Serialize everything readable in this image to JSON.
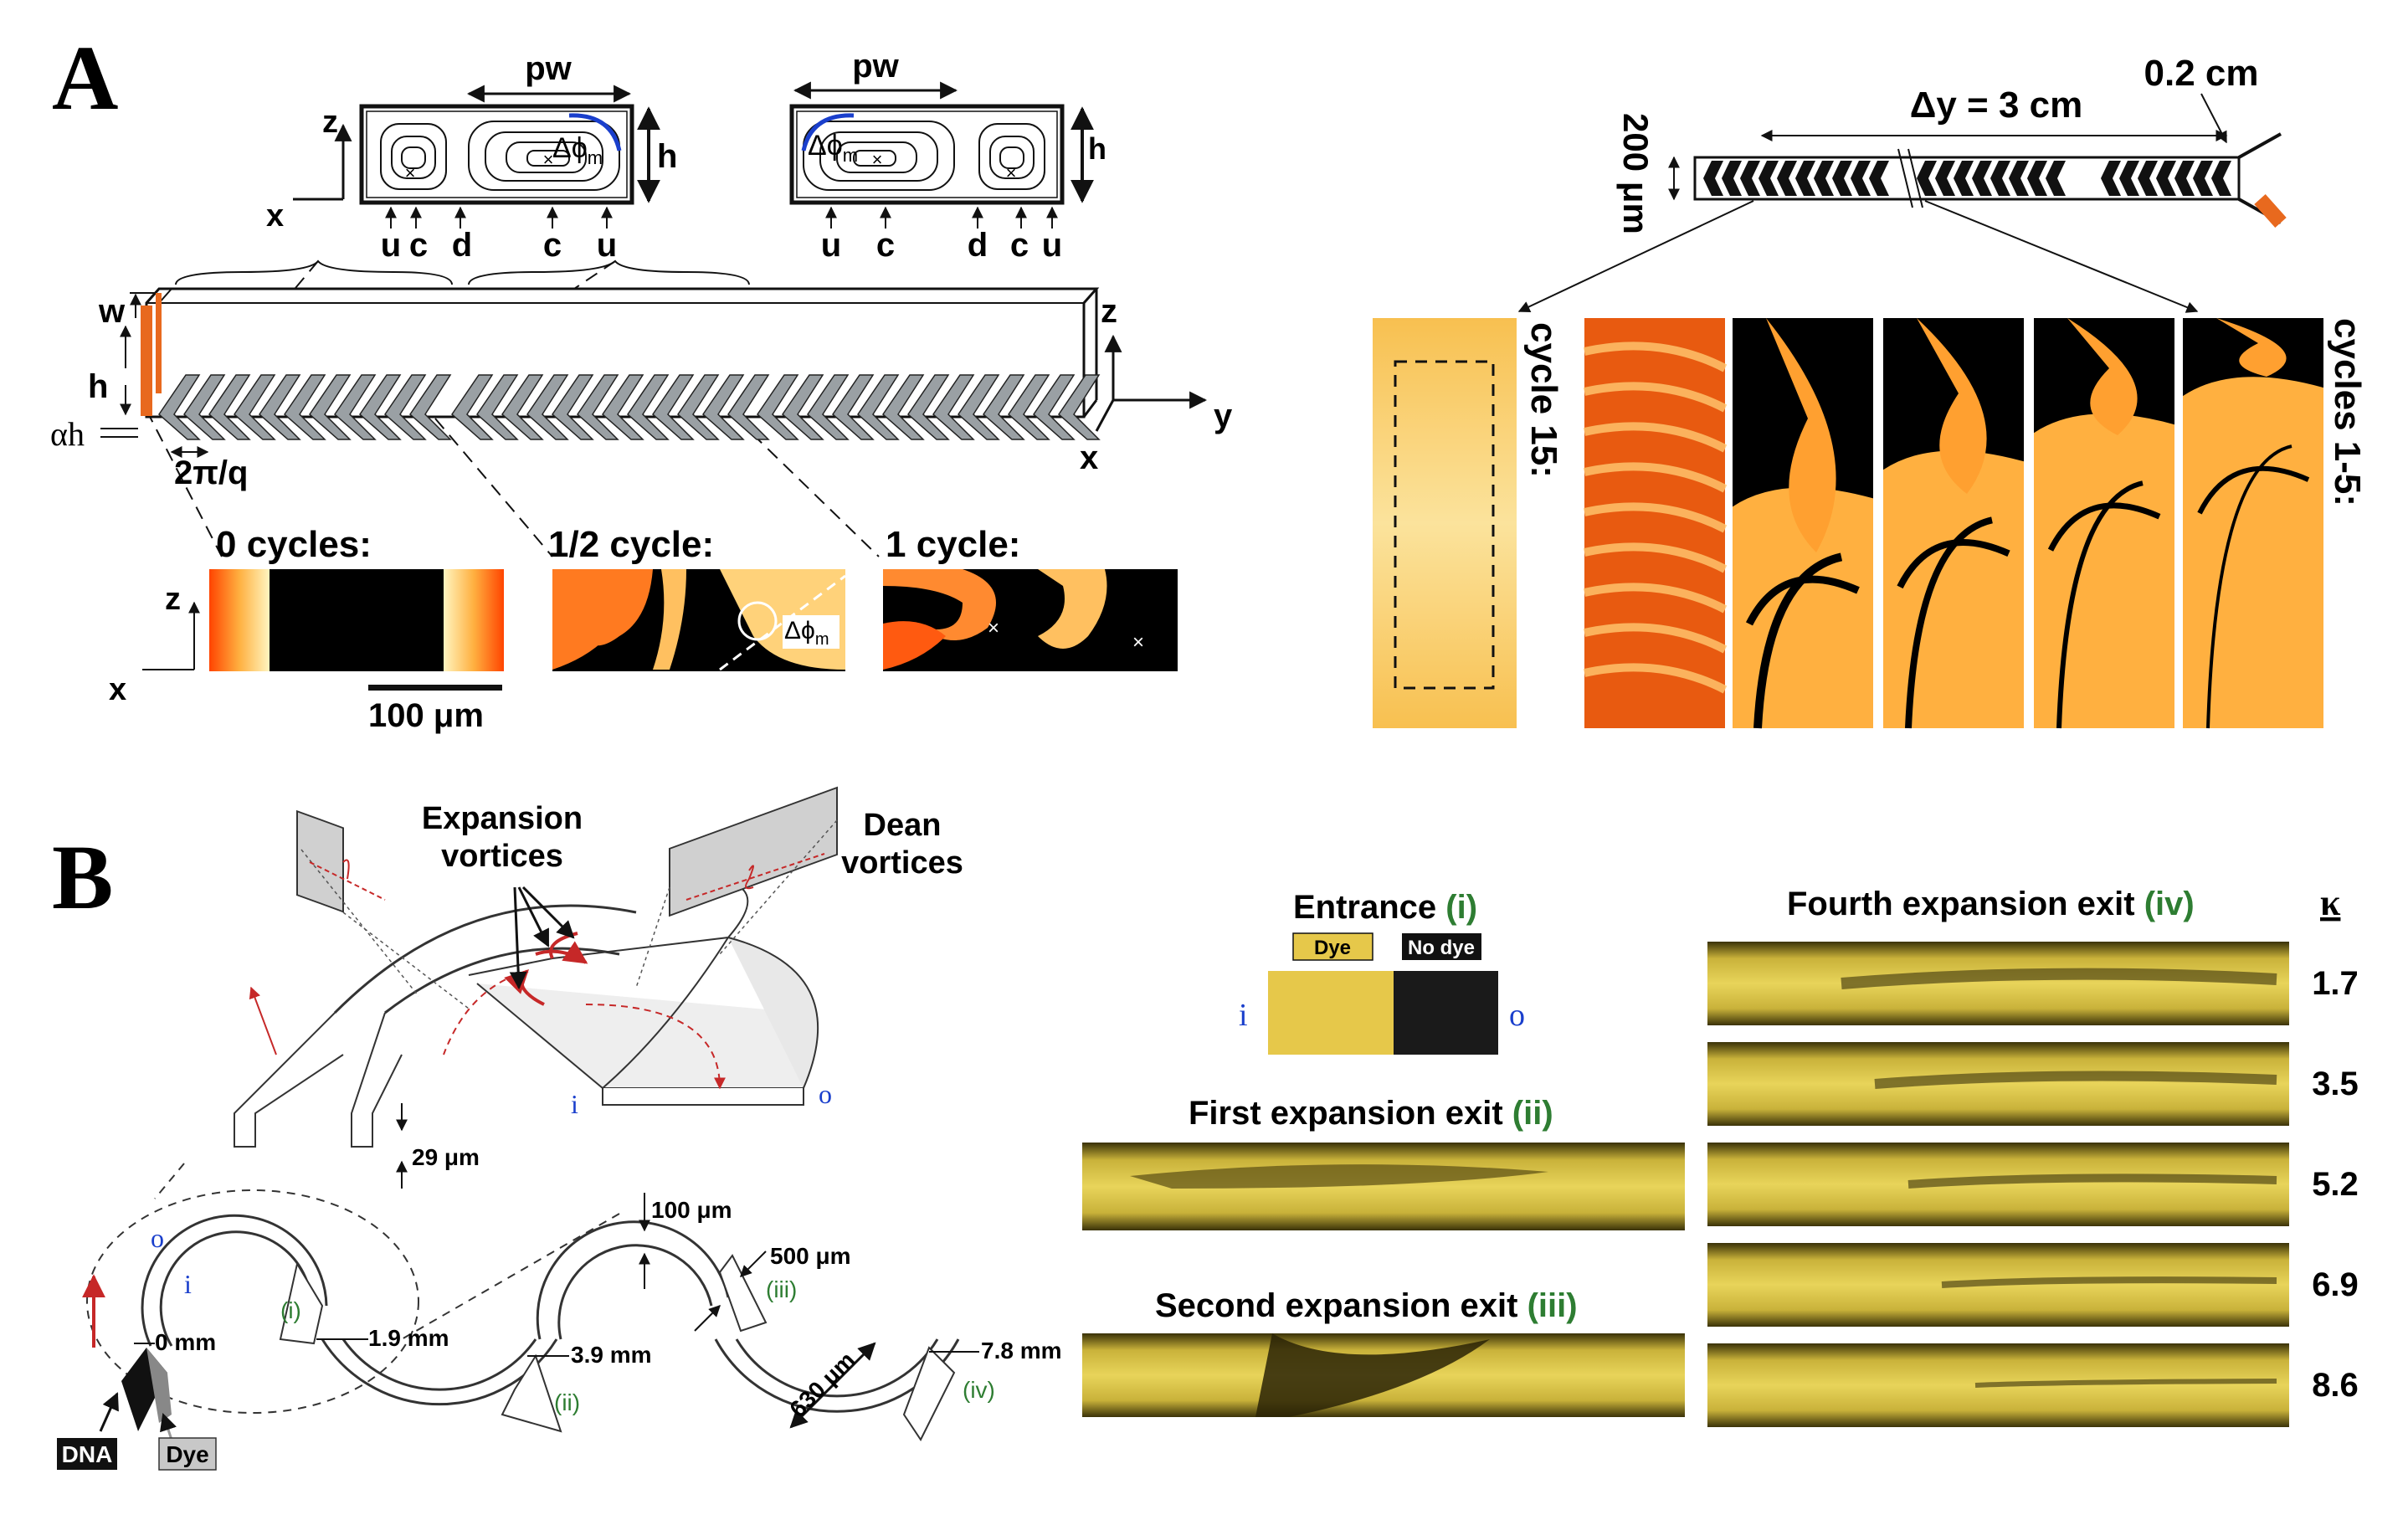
{
  "panel_A": {
    "letter": "A",
    "cross_sections": {
      "left": {
        "pw": "pw",
        "h": "h",
        "z": "z",
        "x": "x",
        "phi": "Δϕ",
        "phi_sub": "m",
        "markers": [
          "u",
          "c",
          "d",
          "c",
          "u"
        ]
      },
      "right": {
        "pw": "pw",
        "h": "h",
        "phi": "Δϕ",
        "phi_sub": "m",
        "markers": [
          "u",
          "c",
          "d",
          "c",
          "u"
        ]
      }
    },
    "channel_3d": {
      "w": "w",
      "h": "h",
      "alpha_h": "αh",
      "period": "2π/q",
      "axis_z": "z",
      "axis_y": "y",
      "axis_x": "x"
    },
    "snapshots": {
      "titles": [
        "0 cycles:",
        "1/2 cycle:",
        "1 cycle:"
      ],
      "axis_z": "z",
      "axis_x": "x",
      "phi": "Δϕ",
      "phi_sub": "m",
      "scale_bar": "100 μm"
    },
    "long_channel": {
      "dy": "Δy = 3 cm",
      "width": "0.2 cm",
      "height": "200 μm"
    },
    "cycles_left": "cycle 15:",
    "cycles_right": "cycles 1-5:"
  },
  "panel_B": {
    "letter": "B",
    "schematic": {
      "expansion": [
        "Expansion",
        "vortices"
      ],
      "dean": [
        "Dean",
        "vortices"
      ],
      "inner": "i",
      "outer": "o",
      "inlet": "29 μm",
      "dims": [
        "100 μm",
        "500 μm",
        "630 μm"
      ],
      "distances": [
        "0 mm",
        "1.9 mm",
        "3.9 mm",
        "7.8 mm"
      ],
      "stages": [
        "(i)",
        "(ii)",
        "(iii)",
        "(iv)"
      ],
      "dna": "DNA",
      "dye": "Dye"
    },
    "entrance": {
      "title": "Entrance",
      "stage": "(i)",
      "dye": "Dye",
      "no_dye": "No dye",
      "i": "i",
      "o": "o"
    },
    "first": {
      "title": "First expansion exit",
      "stage": "(ii)"
    },
    "second": {
      "title": "Second expansion exit",
      "stage": "(iii)"
    },
    "fourth": {
      "title": "Fourth expansion exit",
      "stage": "(iv)"
    },
    "kappa_symbol": "κ",
    "kappa_values": [
      "1.7",
      "3.5",
      "5.2",
      "6.9",
      "8.6"
    ]
  },
  "colors": {
    "orange": "#e8691e",
    "blue": "#1a3fcc",
    "green": "#2e7d32",
    "yellow": "#e6c84a",
    "red": "#c62828"
  }
}
